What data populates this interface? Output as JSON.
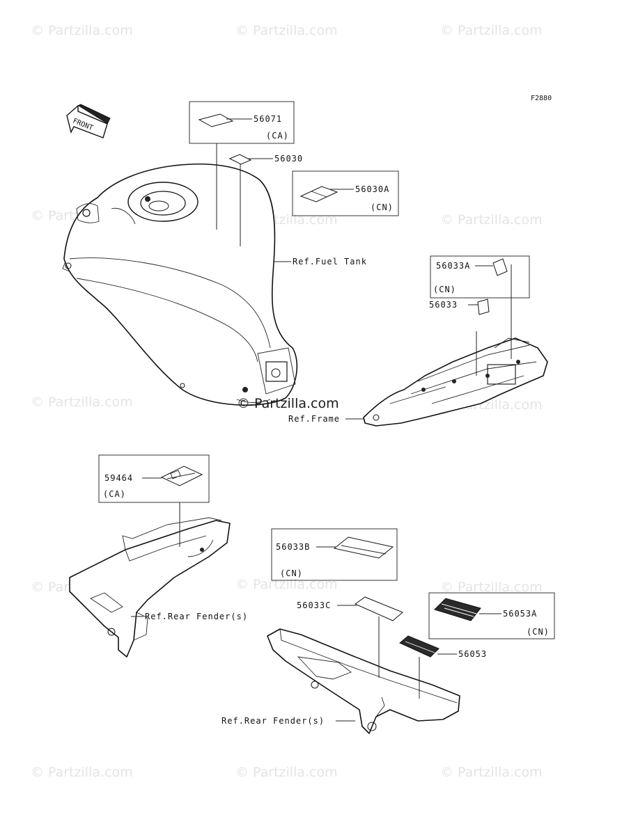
{
  "diagram_code": "F2880",
  "front_label": "FRONT",
  "watermark": "© Partzilla.com",
  "watermark_center": "© Partzilla.com",
  "parts": {
    "p56071": {
      "number": "56071",
      "region": "(CA)"
    },
    "p56030": {
      "number": "56030"
    },
    "p56030A": {
      "number": "56030A",
      "region": "(CN)"
    },
    "p56033A": {
      "number": "56033A",
      "region": "(CN)"
    },
    "p56033": {
      "number": "56033"
    },
    "p59464": {
      "number": "59464",
      "region": "(CA)"
    },
    "p56033B": {
      "number": "56033B",
      "region": "(CN)"
    },
    "p56033C": {
      "number": "56033C"
    },
    "p56053A": {
      "number": "56053A",
      "region": "(CN)"
    },
    "p56053": {
      "number": "56053"
    }
  },
  "refs": {
    "fuel_tank": "Ref.Fuel Tank",
    "frame": "Ref.Frame",
    "rear_fender_1": "Ref.Rear Fender(s)",
    "rear_fender_2": "Ref.Rear Fender(s)"
  }
}
